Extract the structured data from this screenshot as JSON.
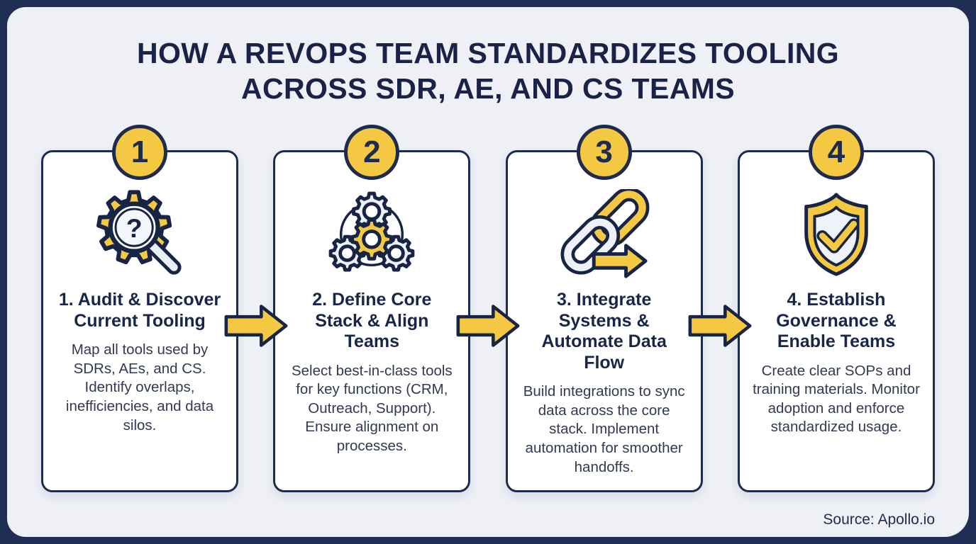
{
  "page": {
    "title": "HOW A REVOPS TEAM STANDARDIZES TOOLING ACROSS SDR, AE, AND CS TEAMS",
    "source": "Source: Apollo.io"
  },
  "colors": {
    "navy": "#1d2b4f",
    "yellow": "#f5c844",
    "panel_background": "#eef0f6",
    "card_background": "#ffffff",
    "body_text": "#313a52",
    "icon_light_fill": "#edf1f8"
  },
  "steps": [
    {
      "number": "1",
      "icon": "gear-magnifier-icon",
      "title": "1. Audit & Discover Current Tooling",
      "description": "Map all tools used by SDRs, AEs, and CS. Identify overlaps, inefficiencies, and data silos."
    },
    {
      "number": "2",
      "icon": "gears-icon",
      "title": "2. Define Core Stack & Align Teams",
      "description": "Select best-in-class tools for key functions (CRM, Outreach, Support). Ensure alignment on processes."
    },
    {
      "number": "3",
      "icon": "chain-link-arrow-icon",
      "title": "3. Integrate Systems & Automate Data Flow",
      "description": "Build integrations to sync data across the core stack. Implement automation for smoother handoffs."
    },
    {
      "number": "4",
      "icon": "shield-check-icon",
      "title": "4. Establish Governance & Enable Teams",
      "description": "Create clear SOPs and training materials. Monitor adoption and enforce standardized usage."
    }
  ]
}
